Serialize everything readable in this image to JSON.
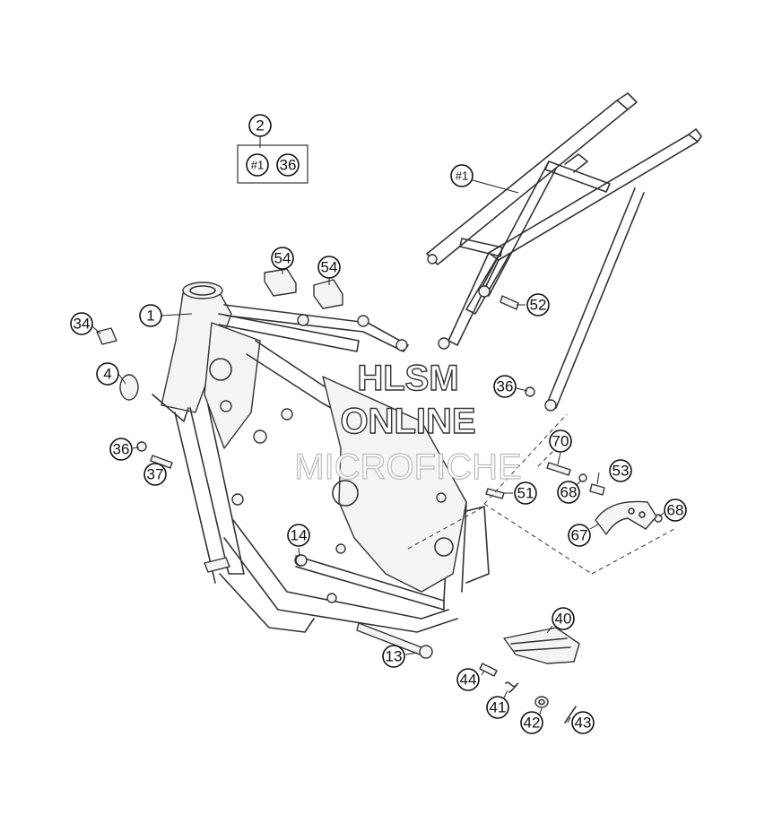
{
  "diagram": {
    "callouts": [
      {
        "id": "c2",
        "label": "2"
      },
      {
        "id": "c1ref-kit",
        "label": "#1"
      },
      {
        "id": "c36-kit",
        "label": "36"
      },
      {
        "id": "c1ref-sub",
        "label": "#1"
      },
      {
        "id": "c54a",
        "label": "54"
      },
      {
        "id": "c54b",
        "label": "54"
      },
      {
        "id": "c52",
        "label": "52"
      },
      {
        "id": "c34",
        "label": "34"
      },
      {
        "id": "c1",
        "label": "1"
      },
      {
        "id": "c4",
        "label": "4"
      },
      {
        "id": "c36-sub",
        "label": "36"
      },
      {
        "id": "c70",
        "label": "70"
      },
      {
        "id": "c36-left",
        "label": "36"
      },
      {
        "id": "c37",
        "label": "37"
      },
      {
        "id": "c53",
        "label": "53"
      },
      {
        "id": "c68a",
        "label": "68"
      },
      {
        "id": "c51",
        "label": "51"
      },
      {
        "id": "c68b",
        "label": "68"
      },
      {
        "id": "c67",
        "label": "67"
      },
      {
        "id": "c14",
        "label": "14"
      },
      {
        "id": "c40",
        "label": "40"
      },
      {
        "id": "c13",
        "label": "13"
      },
      {
        "id": "c44",
        "label": "44"
      },
      {
        "id": "c41",
        "label": "41"
      },
      {
        "id": "c42",
        "label": "42"
      },
      {
        "id": "c43",
        "label": "43"
      }
    ]
  },
  "watermark": {
    "line1": "HLSM",
    "line2": "ONLINE",
    "line3": "MICROFICHE"
  }
}
